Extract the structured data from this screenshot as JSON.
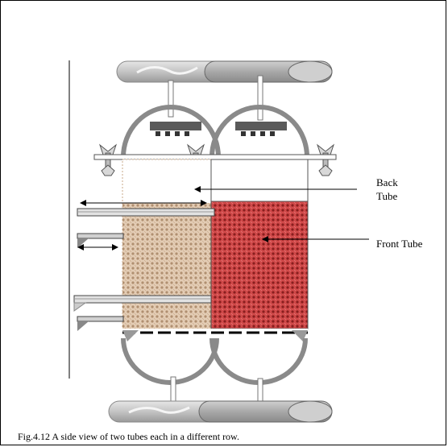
{
  "labels": {
    "back_tube_line1": "Back",
    "back_tube_line2": "Tube",
    "front_tube": "Front Tube"
  },
  "caption": "Fig.4.12  A side view  of two tubes each in  a different  row.",
  "colors": {
    "back_fill": "#d9bca0",
    "front_fill": "#c33a3a",
    "frame": "#7f7f7f",
    "cylinder": "#c9c9c9"
  }
}
